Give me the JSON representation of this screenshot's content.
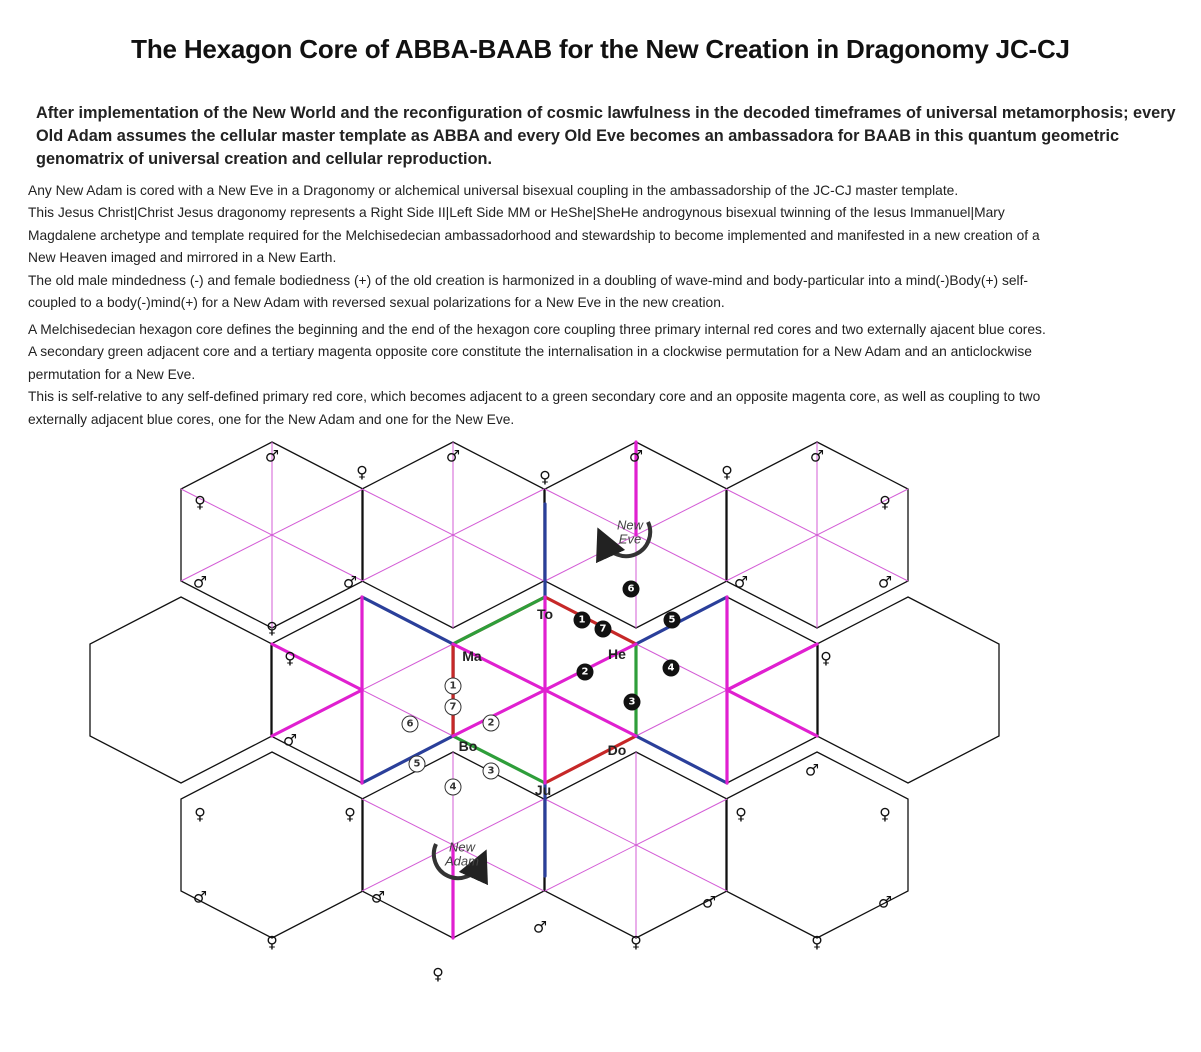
{
  "title": "The Hexagon Core of ABBA-BAAB for the New Creation in Dragonomy JC-CJ",
  "intro_lines": [
    "After implementation of the New World and the reconfiguration of cosmic lawfulness in the decoded timeframes of universal metamorphosis; every",
    "Old Adam assumes the cellular master template as ABBA and every Old Eve becomes an ambassadora for BAAB in this quantum geometric",
    "genomatrix of universal creation and cellular reproduction."
  ],
  "paragraph1_lines": [
    "Any New Adam is cored with a New Eve in a Dragonomy or alchemical universal bisexual coupling in the ambassadorship of the JC-CJ master template.",
    "This Jesus Christ|Christ Jesus dragonomy represents a Right Side II|Left Side MM or HeShe|SheHe androgynous bisexual twinning of the Iesus Immanuel|Mary",
    "Magdalene archetype and template required for the Melchisedecian ambassadorhood and stewardship to become implemented and manifested in a new creation of a",
    "New Heaven imaged and mirrored in a New Earth.",
    "The old male mindedness (-) and female bodiedness (+) of the old creation is harmonized in a doubling of wave-mind and body-particular into a mind(-)Body(+) self-",
    "coupled to a body(-)mind(+) for a New Adam with reversed sexual polarizations for a New Eve in the new creation."
  ],
  "paragraph2_lines": [
    "A Melchisedecian hexagon core defines the beginning and the end of the hexagon core coupling three primary internal red cores and two externally ajacent blue cores.",
    "A secondary green adjacent core and a tertiary magenta opposite core constitute the internalisation in a clockwise permutation for a New Adam and an anticlockwise",
    "permutation for a New Eve.",
    "This is self-relative to any self-defined primary red core, which becomes adjacent to a green secondary core and an opposite magenta core, as well as coupling to two",
    "externally adjacent blue cores, one for the New Adam and one for the New Eve."
  ],
  "symbols": {
    "male": "♂",
    "female": "♀"
  },
  "vertex_labels": {
    "to": "To",
    "ma": "Ma",
    "he": "He",
    "bo": "Bo",
    "do": "Do",
    "ju": "Ju"
  },
  "rotation_labels": {
    "new_eve": [
      "New",
      "Eve"
    ],
    "new_adam": [
      "New",
      "Adam"
    ]
  },
  "eve_numbers": [
    "1",
    "2",
    "3",
    "4",
    "5",
    "6",
    "7"
  ],
  "adam_numbers": [
    "1",
    "2",
    "3",
    "4",
    "5",
    "6",
    "7"
  ],
  "colors": {
    "outline": "#111111",
    "primary_red": "#c62828",
    "secondary_green": "#2e9e3a",
    "tertiary_magenta": "#e020d0",
    "blue": "#2a3f9a",
    "thin_magenta": "#d35cd6"
  }
}
